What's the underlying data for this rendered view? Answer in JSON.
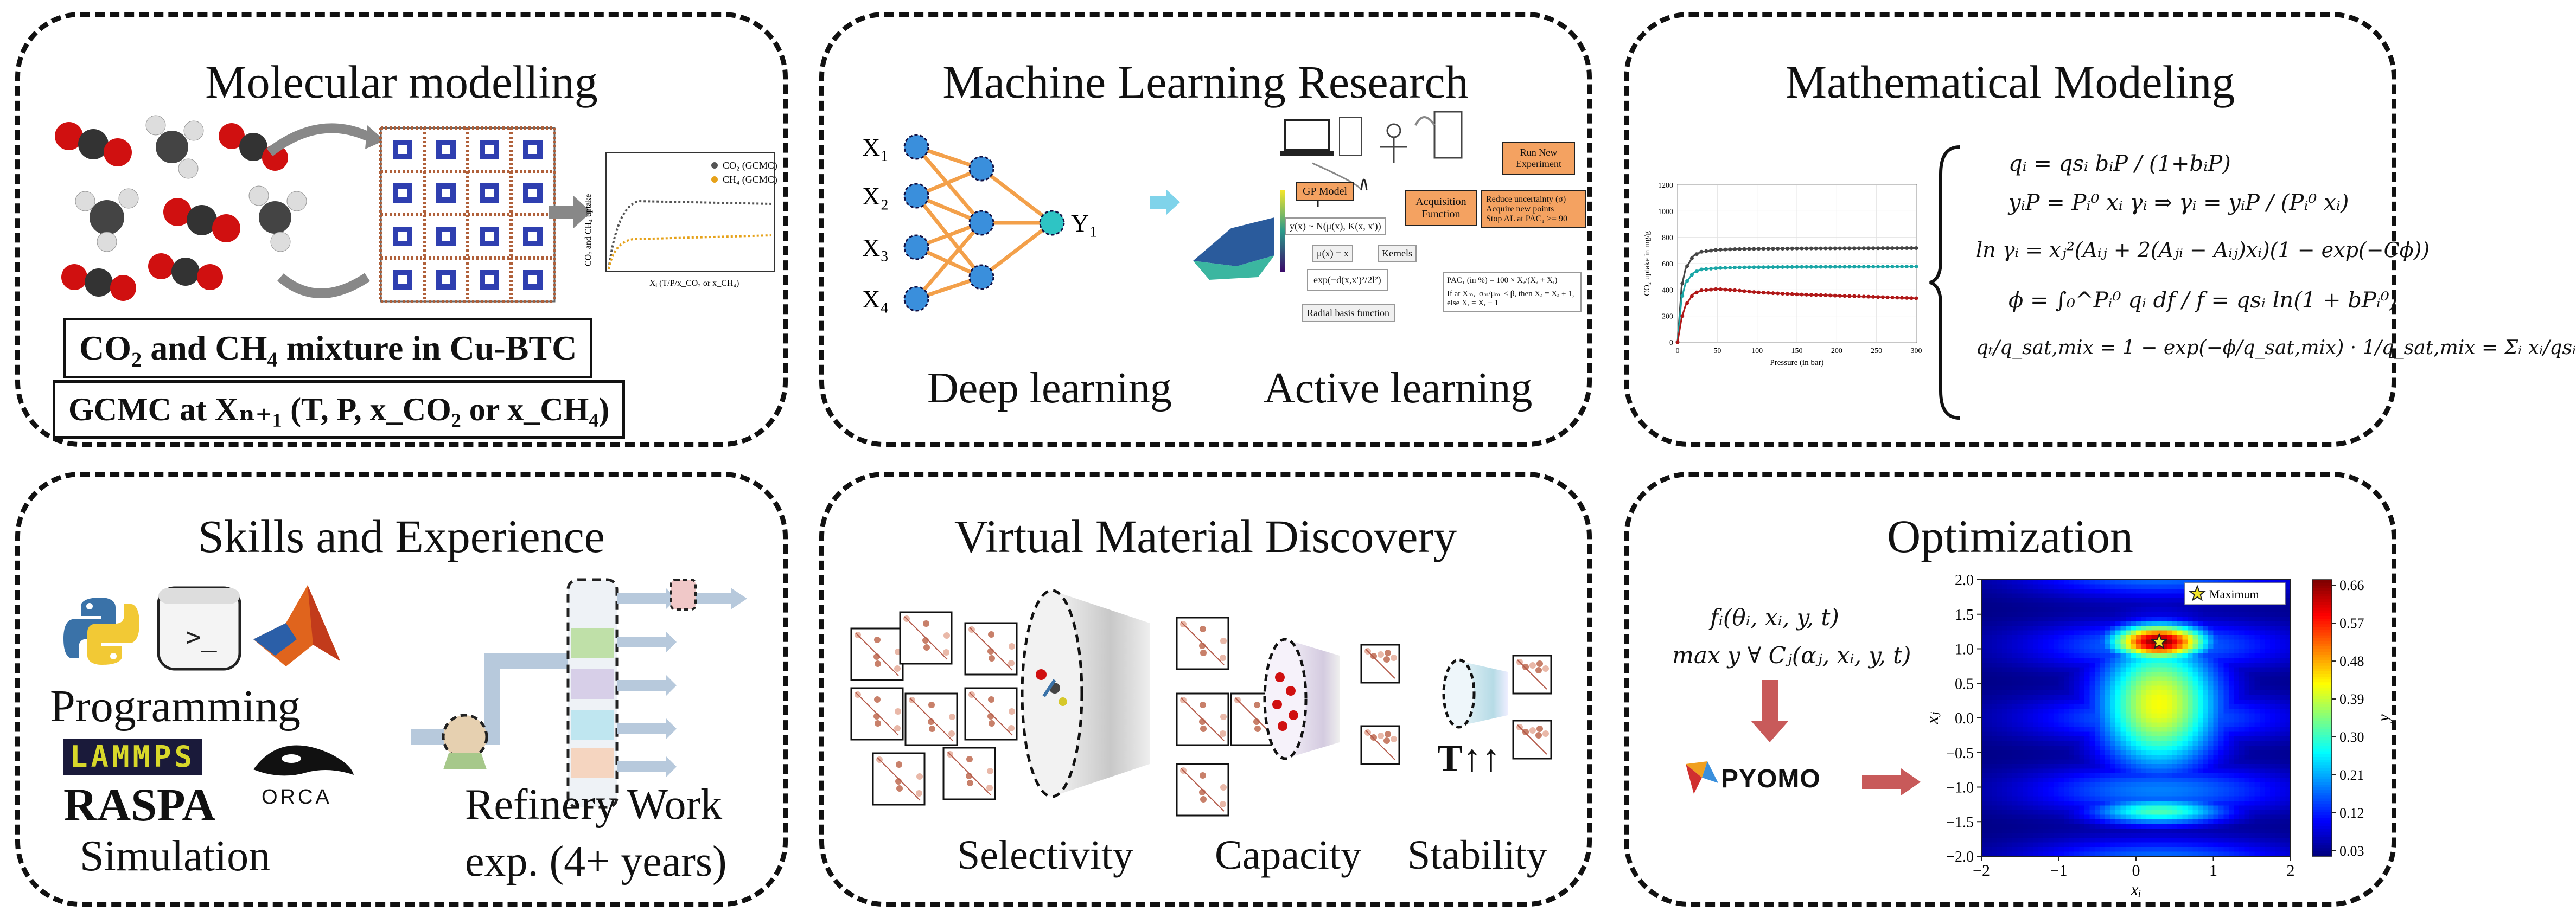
{
  "panels": {
    "molecular": {
      "title": "Molecular modelling",
      "box1": "CO₂ and CH₄ mixture in Cu-BTC",
      "box2": "GCMC at Xₙ₊₁ (T, P, x_CO₂ or x_CH₄)",
      "legend": [
        "CO₂ (GCMC)",
        "CH₄ (GCMC)"
      ],
      "ylabel": "CO₂ and CH₄ uptake",
      "xlabel": "Xᵢ (T/P/x_CO₂ or x_CH₄)"
    },
    "ml": {
      "title": "Machine Learning Research",
      "inputs": [
        "X₁",
        "X₂",
        "X₃",
        "X₄"
      ],
      "output": "Y₁",
      "deep": "Deep learning",
      "active": "Active learning",
      "gp_model": "GP Model",
      "acq": "Acquisition Function",
      "run_new": "Run New Experiment",
      "bullets": [
        "Reduce uncertainty (σ)",
        "Acquire new points",
        "Stop AL at PAC₁ >= 90"
      ],
      "kernels": "Kernels",
      "rbf": "Radial basis function",
      "gp_eq": "y(x) ~ N(μ(x), K(x, x'))",
      "mu_eq": "μ(x) = x",
      "pac_eq": "PAC₁ (in %) = 100 × Xₐ/(Xₐ + Xᵣ)",
      "if_eq": "If at Xₘ, |σₘ/μₘ| ≤ β, then Xₐ = Xₐ + 1,",
      "else_eq": "else Xᵣ = Xᵣ + 1"
    },
    "math": {
      "title": "Mathematical Modeling",
      "eqs": [
        "qᵢ = qsᵢ bᵢP / (1+bᵢP)",
        "yᵢP = Pᵢ⁰ xᵢ γᵢ ⇒ γᵢ = yᵢP / (Pᵢ⁰ xᵢ)",
        "ln γᵢ = xⱼ²(Aᵢⱼ + 2(Aⱼᵢ − Aᵢⱼ)xᵢ)(1 − exp(−Cϕ))",
        "ϕ = ∫₀^Pᵢ⁰ qᵢ df / f = qsᵢ ln(1 + bPᵢ⁰)",
        "qₜ/q_sat,mix = 1 − exp(−ϕ/q_sat,mix) · 1/q_sat,mix = Σᵢ xᵢ/qsᵢ"
      ],
      "chart_ylabel": "CO₂ uptake in mg/g",
      "chart_xlabel": "Pressure (in bar)"
    },
    "skills": {
      "title": "Skills and Experience",
      "programming": "Programming",
      "lammps": "LAMMPS",
      "raspa": "RASPA",
      "orca": "ORCA",
      "simulation": "Simulation",
      "refinery1": "Refinery Work",
      "refinery2": "exp. (4+ years)"
    },
    "vmd": {
      "title": "Virtual Material Discovery",
      "selectivity": "Selectivity",
      "capacity": "Capacity",
      "stability": "Stability",
      "t_label": "T↑↑"
    },
    "opt": {
      "title": "Optimization",
      "eq1": "fᵢ(θᵢ, xᵢ, y, t)",
      "eq2": "max y ∀ Cⱼ(αⱼ, xᵢ, y, t)",
      "pyomo": "PYOMO",
      "maximum": "Maximum",
      "xlabel": "xᵢ",
      "ylabel": "xⱼ",
      "cbar_label": "y"
    }
  },
  "chart_data": [
    {
      "type": "line",
      "title": "",
      "xlabel": "Pressure (in bar)",
      "ylabel": "CO₂ uptake in mg/g",
      "xlim": [
        0,
        300
      ],
      "ylim": [
        0,
        1200
      ],
      "xticks": [
        0,
        50,
        100,
        150,
        200,
        250,
        300
      ],
      "yticks": [
        0,
        200,
        400,
        600,
        800,
        1000,
        1200
      ],
      "x": [
        0,
        5,
        10,
        20,
        30,
        50,
        75,
        100,
        150,
        200,
        250,
        300
      ],
      "series": [
        {
          "color": "#444444",
          "values": [
            0,
            420,
            560,
            660,
            690,
            705,
            710,
            712,
            715,
            716,
            717,
            718
          ]
        },
        {
          "color": "#1aa6a6",
          "values": [
            0,
            330,
            450,
            530,
            555,
            565,
            570,
            572,
            574,
            575,
            576,
            577
          ]
        },
        {
          "color": "#b01818",
          "values": [
            0,
            180,
            280,
            370,
            395,
            405,
            395,
            380,
            365,
            355,
            345,
            335
          ]
        }
      ]
    },
    {
      "type": "heatmap",
      "title": "",
      "xlabel": "xᵢ",
      "ylabel": "xⱼ",
      "xlim": [
        -2,
        2
      ],
      "ylim": [
        -2,
        2
      ],
      "xticks": [
        -2,
        -1,
        0,
        1,
        2
      ],
      "yticks": [
        -2.0,
        -1.5,
        -1.0,
        -0.5,
        0.0,
        0.5,
        1.0,
        1.5,
        2.0
      ],
      "colorbar_ticks": [
        0.03,
        0.12,
        0.21,
        0.3,
        0.39,
        0.48,
        0.57,
        0.66
      ],
      "colorbar_label": "y",
      "maximum": {
        "x": 0.3,
        "y": 1.1,
        "label": "Maximum"
      }
    }
  ]
}
